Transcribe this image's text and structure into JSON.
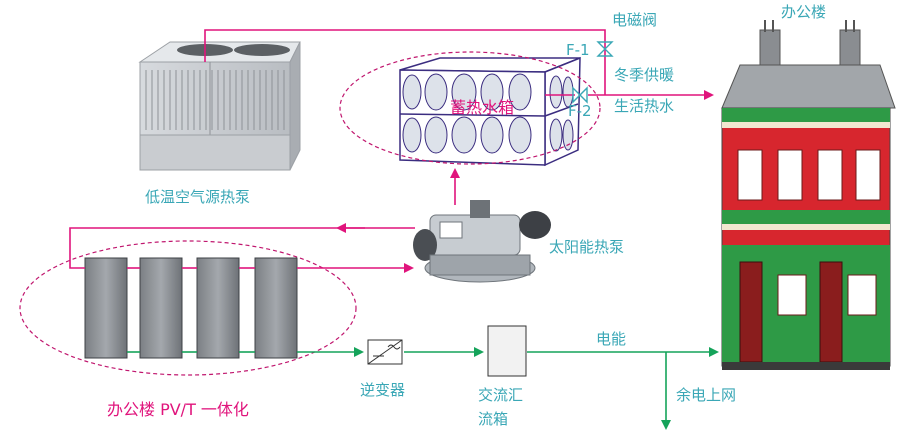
{
  "labels": {
    "office_building": "办公楼",
    "solenoid_valve": "电磁阀",
    "valve_f1": "F-1",
    "valve_f2": "F-2",
    "heat_storage_tank": "蓄热水箱",
    "winter_heating": "冬季供暖",
    "domestic_hot_water": "生活热水",
    "air_source_heat_pump": "低温空气源热泵",
    "solar_heat_pump": "太阳能热泵",
    "pvt_integration": "办公楼 PV/T 一体化",
    "inverter": "逆变器",
    "ac_combiner_line1": "交流汇",
    "ac_combiner_line2": "流箱",
    "electric_energy": "电能",
    "surplus_to_grid": "余电上网"
  },
  "colors": {
    "heat_line": "#e0147c",
    "power_line": "#15a35a",
    "label_text": "#3aa7b6"
  }
}
